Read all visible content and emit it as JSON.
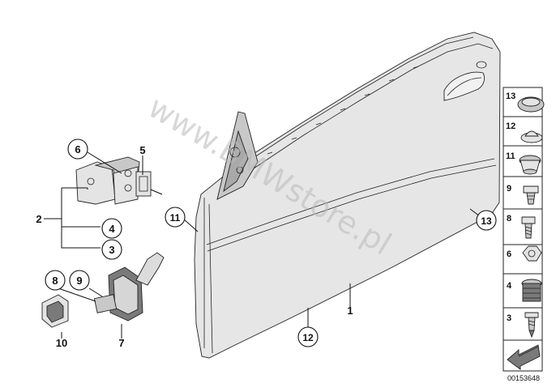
{
  "watermark": "www.BMWstore.pl",
  "diagram_id": "00153648",
  "callouts": {
    "c1": "1",
    "c2": "2",
    "c3": "3",
    "c4": "4",
    "c5": "5",
    "c6": "6",
    "c7": "7",
    "c8": "8",
    "c9": "9",
    "c10": "10",
    "c11": "11",
    "c12": "12",
    "c13": "13"
  },
  "legend": {
    "items": [
      {
        "label": "13",
        "icon": "grommet-icon"
      },
      {
        "label": "12",
        "icon": "plug-cap-icon"
      },
      {
        "label": "11",
        "icon": "rubber-plug-icon"
      },
      {
        "label": "9",
        "icon": "clip-icon"
      },
      {
        "label": "8",
        "icon": "screw-icon"
      },
      {
        "label": "6",
        "icon": "hex-nut-icon"
      },
      {
        "label": "4",
        "icon": "insert-nut-icon"
      },
      {
        "label": "3",
        "icon": "bolt-icon"
      }
    ]
  }
}
